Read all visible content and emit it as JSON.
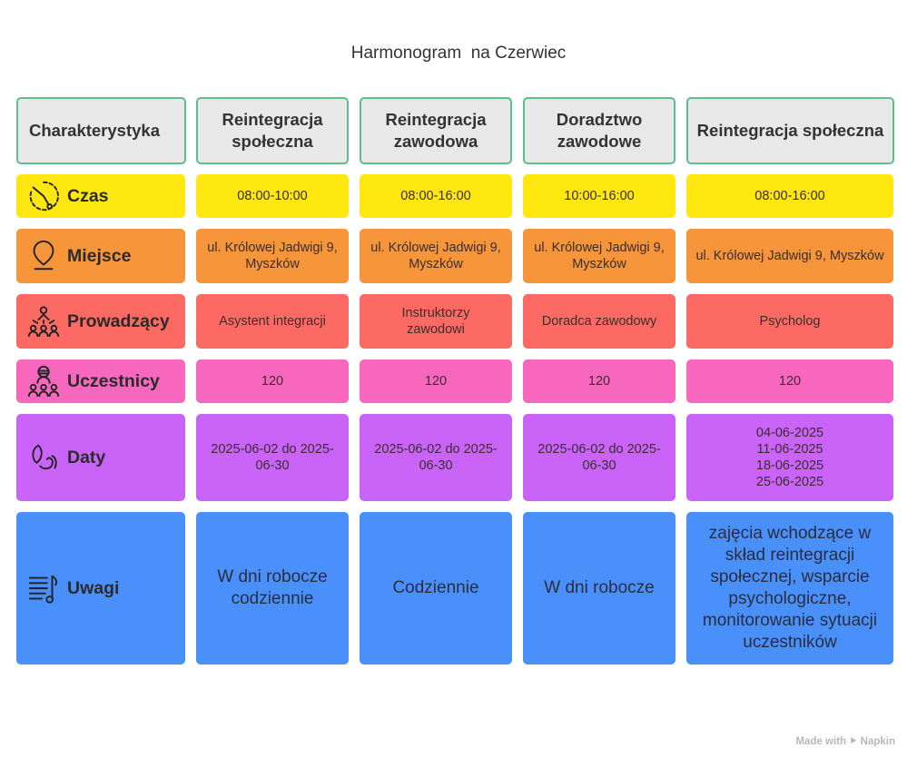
{
  "title": "Harmonogram  na Czerwiec",
  "header": {
    "corner": "Charakterystyka",
    "columns": [
      "Reintegracja społeczna",
      "Reintegracja zawodowa",
      "Doradztwo zawodowe",
      "Reintegracja społeczna"
    ]
  },
  "rows": [
    {
      "label": "Czas",
      "icon": "clock-icon",
      "color": "#ffe70f",
      "values": [
        "08:00-10:00",
        "08:00-16:00",
        "10:00-16:00",
        "08:00-16:00"
      ]
    },
    {
      "label": "Miejsce",
      "icon": "location-pin-icon",
      "color": "#f6953a",
      "values": [
        "ul. Królowej Jadwigi 9, Myszków",
        "ul. Królowej Jadwigi 9, Myszków",
        "ul. Królowej Jadwigi 9, Myszków",
        "ul. Królowej Jadwigi 9, Myszków"
      ]
    },
    {
      "label": "Prowadzący",
      "icon": "presenter-group-icon",
      "color": "#fd6a64",
      "values": [
        "Asystent integracji",
        "Instruktorzy zawodowi",
        "Doradca zawodowy",
        "Psycholog"
      ]
    },
    {
      "label": "Uczestnicy",
      "icon": "participants-icon",
      "color": "#f667bd",
      "values": [
        "120",
        "120",
        "120",
        "120"
      ]
    },
    {
      "label": "Daty",
      "icon": "dates-icon",
      "color": "#ca63f7",
      "values": [
        "2025-06-02 do 2025-06-30",
        "2025-06-02 do 2025-06-30",
        "2025-06-02 do 2025-06-30",
        "04-06-2025\n11-06-2025\n18-06-2025\n25-06-2025"
      ]
    },
    {
      "label": "Uwagi",
      "icon": "notes-music-icon",
      "color": "#4a90fb",
      "values": [
        "W dni robocze codziennie",
        "Codziennie",
        "W dni robocze",
        "zajęcia wchodzące w skład reintegracji społecznej, wsparcie psychologiczne, monitorowanie sytuacji uczestników"
      ]
    }
  ],
  "footer": "Made with ⯈ Napkin"
}
